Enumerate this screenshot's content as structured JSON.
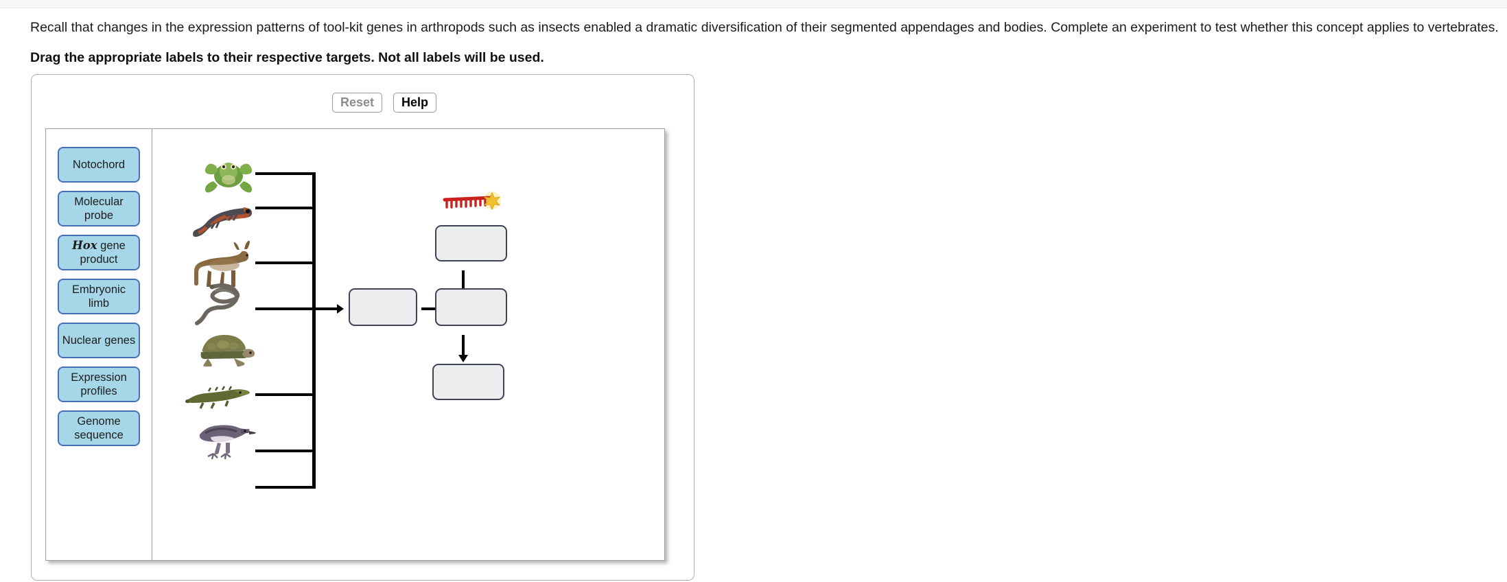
{
  "prompt": {
    "paragraph": "Recall that changes in the expression patterns of tool-kit genes in arthropods such as insects enabled a dramatic diversification of their segmented appendages and bodies. Complete an experiment to test whether this concept applies to vertebrates.",
    "instruction": "Drag the appropriate labels to their respective targets. Not all labels will be used."
  },
  "toolbar": {
    "reset_label": "Reset",
    "help_label": "Help"
  },
  "labels": [
    {
      "id": "notochord",
      "text": "Notochord",
      "line1": "Notochord",
      "line2": ""
    },
    {
      "id": "molecular-probe",
      "text": "Molecular probe",
      "line1": "Molecular",
      "line2": "probe"
    },
    {
      "id": "hox-gene-product",
      "text": "Hox gene product",
      "line1": "Hox gene",
      "line2": "product",
      "italic_prefix": "Hox"
    },
    {
      "id": "embryonic-limb",
      "text": "Embryonic limb",
      "line1": "Embryonic",
      "line2": "limb"
    },
    {
      "id": "nuclear-genes",
      "text": "Nuclear genes",
      "line1": "Nuclear genes",
      "line2": ""
    },
    {
      "id": "expression-profiles",
      "text": "Expression profiles",
      "line1": "Expression",
      "line2": "profiles"
    },
    {
      "id": "genome-sequence",
      "text": "Genome sequence",
      "line1": "Genome",
      "line2": "sequence"
    }
  ],
  "animals": [
    {
      "id": "frog",
      "name": "frog"
    },
    {
      "id": "salamander",
      "name": "salamander"
    },
    {
      "id": "deer",
      "name": "deer"
    },
    {
      "id": "snake",
      "name": "snake"
    },
    {
      "id": "turtle",
      "name": "turtle"
    },
    {
      "id": "crocodile",
      "name": "crocodile"
    },
    {
      "id": "bird",
      "name": "bird"
    }
  ],
  "icons": {
    "probe": "labeled-dna-probe-icon"
  },
  "drop_zones": [
    {
      "id": "target-1",
      "value": ""
    },
    {
      "id": "target-2",
      "value": ""
    },
    {
      "id": "target-3",
      "value": ""
    },
    {
      "id": "target-4",
      "value": ""
    }
  ],
  "colors": {
    "label_fill": "#a6d7e8",
    "label_border": "#4472b5",
    "drop_fill": "#eceeee",
    "drop_border": "#3f4155",
    "probe_red": "#c8221f",
    "probe_glow": "#f2c12e"
  }
}
